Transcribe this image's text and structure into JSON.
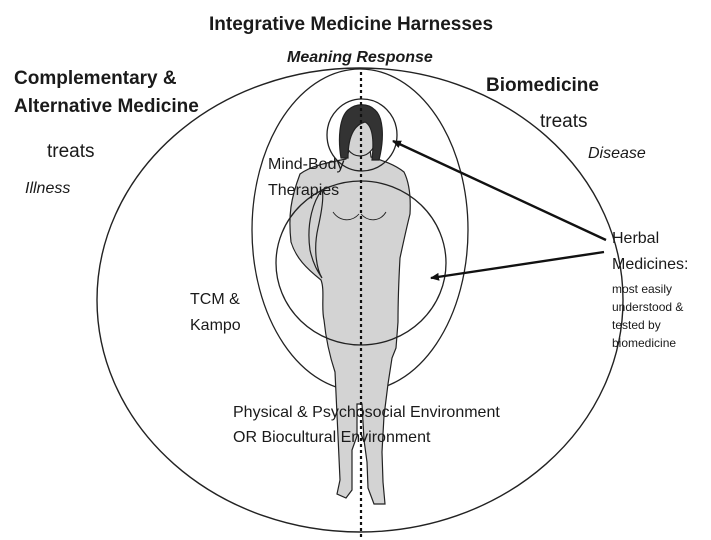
{
  "title": "Integrative Medicine Harnesses",
  "subtitle": "Meaning Response",
  "left": {
    "heading_line1": "Complementary &",
    "heading_line2": "Alternative Medicine",
    "verb": "treats",
    "object": "Illness"
  },
  "right": {
    "heading": "Biomedicine",
    "verb": "treats",
    "object": "Disease"
  },
  "zones": {
    "mind_body_line1": "Mind-Body",
    "mind_body_line2": "Therapies",
    "tcm_line1": "TCM &",
    "tcm_line2": "Kampo",
    "environment_line1": "Physical & Psychosocial Environment",
    "environment_line2": "OR Biocultural Environment"
  },
  "herbal": {
    "line1": "Herbal",
    "line2": "Medicines:",
    "detail_line1": "most easily",
    "detail_line2": "understood &",
    "detail_line3": "tested by",
    "detail_line4": "biomedicine"
  },
  "colors": {
    "figure_fill": "#d3d3d3",
    "hair_fill": "#333333",
    "outline": "#222222"
  }
}
